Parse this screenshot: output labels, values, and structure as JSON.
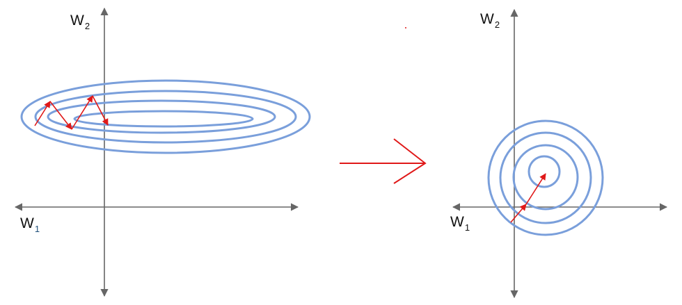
{
  "left_panel": {
    "x_axis_label": {
      "main": "W",
      "sub": "1"
    },
    "y_axis_label": {
      "main": "W",
      "sub": "2"
    }
  },
  "right_panel": {
    "x_axis_label": {
      "main": "W",
      "sub": "1"
    },
    "y_axis_label": {
      "main": "W",
      "sub": "2"
    }
  },
  "colors": {
    "axis": "#666666",
    "contour": "#7a9fdb",
    "gradient_step": "#e01818",
    "transition_arrow": "#e01818"
  }
}
